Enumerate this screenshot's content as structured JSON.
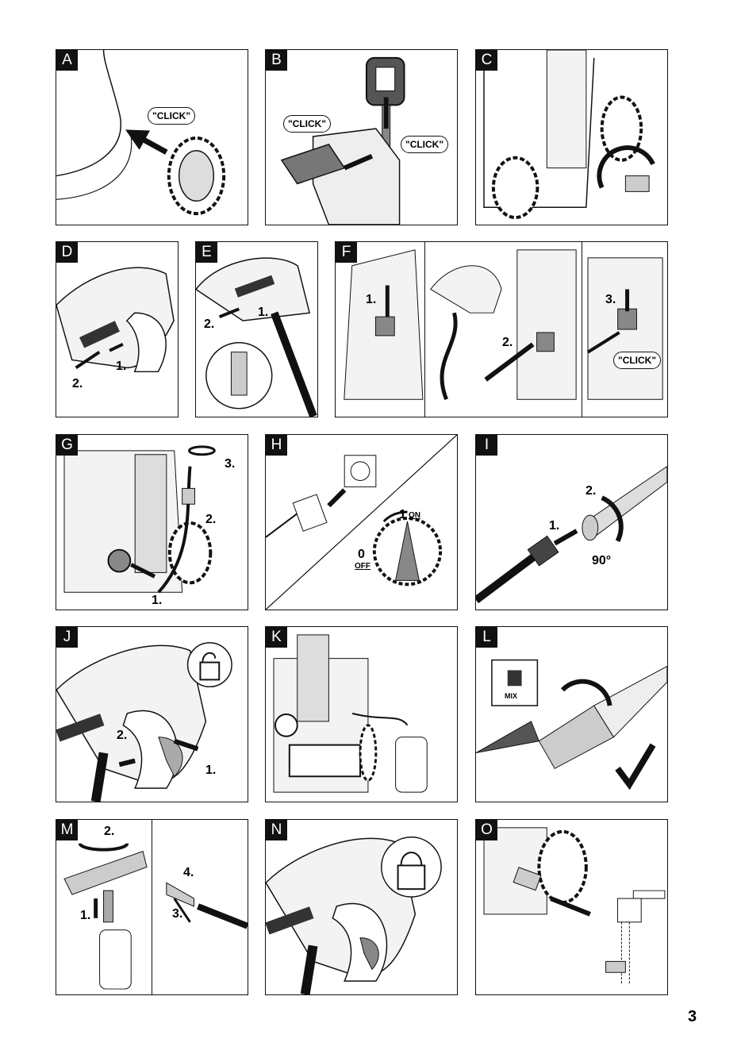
{
  "page_number": "3",
  "panels": {
    "A": {
      "label": "A",
      "click": "\"CLICK\""
    },
    "B": {
      "label": "B",
      "click_left": "\"CLICK\"",
      "click_right": "\"CLICK\""
    },
    "C": {
      "label": "C"
    },
    "D": {
      "label": "D",
      "step1": "1.",
      "step2": "2."
    },
    "E": {
      "label": "E",
      "step1": "1.",
      "step2": "2."
    },
    "F": {
      "label": "F",
      "step1": "1.",
      "step2": "2.",
      "step3": "3.",
      "click": "\"CLICK\""
    },
    "G": {
      "label": "G",
      "step1": "1.",
      "step2": "2.",
      "step3": "3."
    },
    "H": {
      "label": "H",
      "on_num": "1",
      "on_text": "ON",
      "off_num": "0",
      "off_text": "OFF"
    },
    "I": {
      "label": "I",
      "step1": "1.",
      "step2": "2.",
      "angle": "90°"
    },
    "J": {
      "label": "J",
      "step1": "1.",
      "step2": "2."
    },
    "K": {
      "label": "K"
    },
    "L": {
      "label": "L",
      "mix": "MIX"
    },
    "M": {
      "label": "M",
      "step1": "1.",
      "step2": "2.",
      "step3": "3.",
      "step4": "4."
    },
    "N": {
      "label": "N"
    },
    "O": {
      "label": "O"
    }
  }
}
